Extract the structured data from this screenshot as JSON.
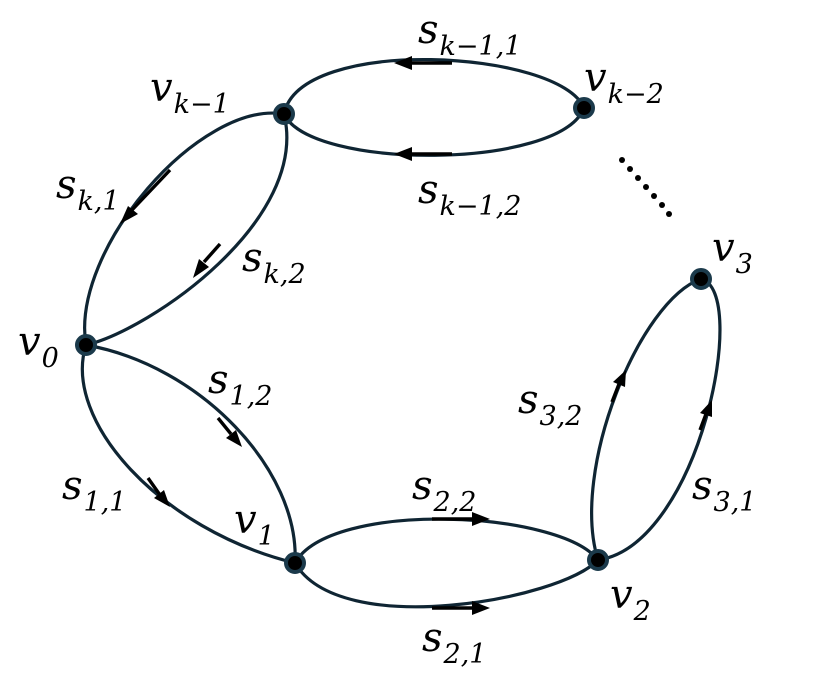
{
  "nodes": {
    "v0": {
      "base": "v",
      "sub": "0"
    },
    "v1": {
      "base": "v",
      "sub": "1"
    },
    "v2": {
      "base": "v",
      "sub": "2"
    },
    "v3": {
      "base": "v",
      "sub": "3"
    },
    "vk1": {
      "base": "v",
      "sub": "k−1"
    },
    "vk2": {
      "base": "v",
      "sub": "k−2"
    }
  },
  "edges": {
    "s11": {
      "base": "s",
      "sub": "1,1"
    },
    "s12": {
      "base": "s",
      "sub": "1,2"
    },
    "s21": {
      "base": "s",
      "sub": "2,1"
    },
    "s22": {
      "base": "s",
      "sub": "2,2"
    },
    "s31": {
      "base": "s",
      "sub": "3,1"
    },
    "s32": {
      "base": "s",
      "sub": "3,2"
    },
    "sk1": {
      "base": "s",
      "sub": "k,1"
    },
    "sk2": {
      "base": "s",
      "sub": "k,2"
    },
    "skm11": {
      "base": "s",
      "sub": "k−1,1"
    },
    "skm12": {
      "base": "s",
      "sub": "k−1,2"
    }
  }
}
